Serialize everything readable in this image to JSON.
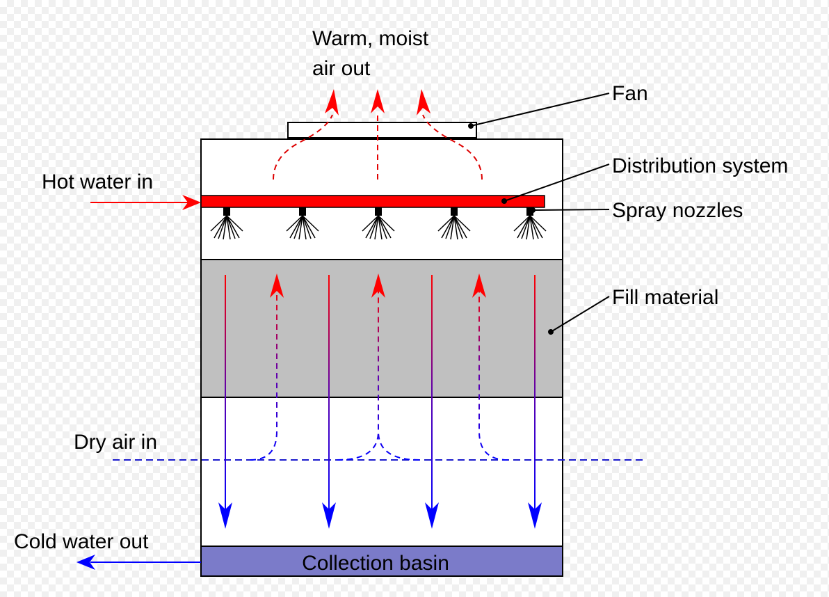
{
  "labels": {
    "warm_air_line1": "Warm, moist",
    "warm_air_line2": "air out",
    "fan": "Fan",
    "distribution_system": "Distribution system",
    "spray_nozzles": "Spray nozzles",
    "hot_water_in": "Hot water in",
    "fill_material": "Fill material",
    "dry_air_in": "Dry air in",
    "cold_water_out": "Cold water out",
    "collection_basin": "Collection basin"
  },
  "colors": {
    "hot": "#ff0000",
    "cold": "#0000ff",
    "air_dashed": "#1a1acc",
    "fill": "#c0c0c0",
    "basin": "#7b7bc9",
    "outline": "#000000"
  }
}
